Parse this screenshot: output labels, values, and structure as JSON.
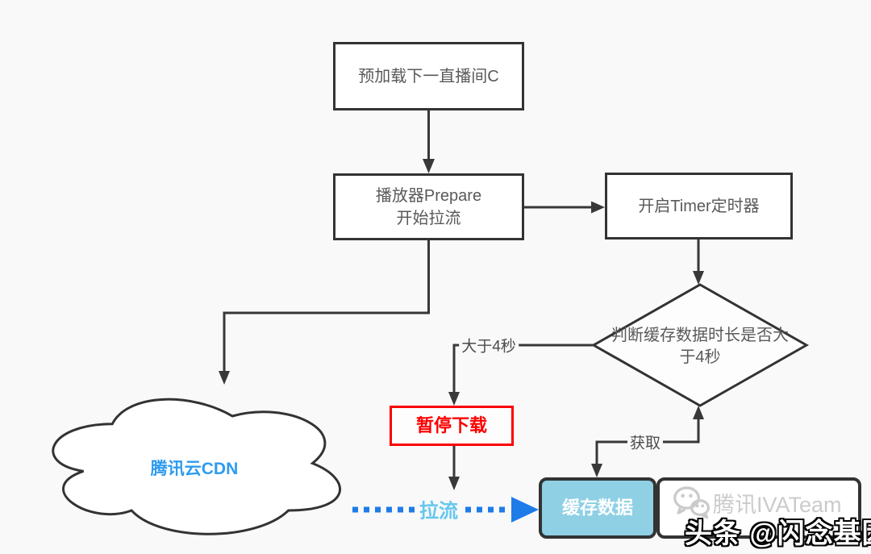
{
  "page": {
    "background": "#f9f9f9"
  },
  "diagram": {
    "nodes": {
      "preload": {
        "label": "预加载下一直播间C"
      },
      "prepare": {
        "line1": "播放器Prepare",
        "line2": "开始拉流"
      },
      "timer": {
        "label": "开启Timer定时器"
      },
      "decision": {
        "line1": "判断缓存数据时长是否大",
        "line2": "于4秒"
      },
      "pause_download": {
        "label": "暂停下载"
      },
      "cdn_cloud": {
        "label": "腾讯云CDN"
      },
      "cache_data": {
        "label": "缓存数据"
      }
    },
    "edge_labels": {
      "greater_than_4s": "大于4秒",
      "fetch": "获取",
      "pull_stream": "拉流"
    },
    "colors": {
      "connector_line": "#383838",
      "node_border": "#333333",
      "node_text": "#595959",
      "red_accent": "#fb0100",
      "blue_arrow": "#1e7ce8",
      "pull_label_blue": "#66c7ee",
      "cdn_label_blue": "#2d9bf0",
      "cache_fill": "#8fd0e5",
      "watermark_gray": "#c9c9c9"
    }
  },
  "watermark": {
    "background_brand": "腾讯IVATeam",
    "foreground_text": "头条 @闪念基因",
    "icon": "wechat-icon"
  }
}
